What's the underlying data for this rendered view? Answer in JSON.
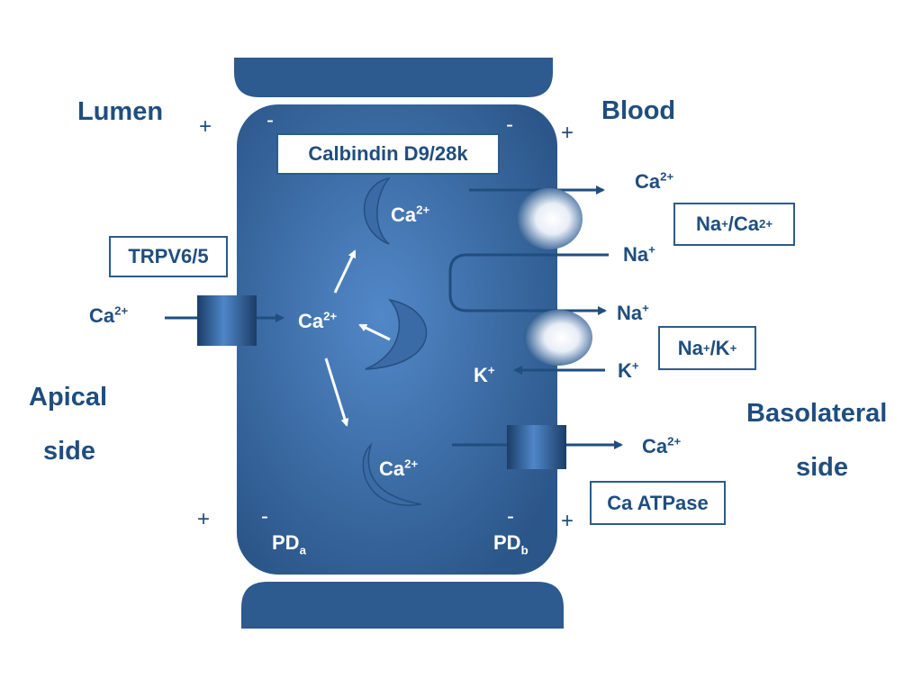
{
  "labels": {
    "lumen": "Lumen",
    "blood": "Blood",
    "apical_line1": "Apical",
    "apical_line2": "side",
    "basolateral_line1": "Basolateral",
    "basolateral_line2": "side",
    "plus": "+",
    "minus": "-"
  },
  "boxes": {
    "calbindin": "Calbindin D9/28k",
    "trpv": "TRPV6/5",
    "ncx_a": "Na",
    "ncx_a_sup": "+",
    "ncx_b": "/Ca",
    "ncx_b_sup": "2+",
    "nak_a": "Na",
    "nak_a_sup": "+",
    "nak_b": "/K",
    "nak_b_sup": "+",
    "atpase": "Ca ATPase"
  },
  "ions": {
    "ca": "Ca",
    "ca_charge": "2+",
    "na": "Na",
    "na_charge": "+",
    "k": "K",
    "k_charge": "+"
  },
  "potentials": {
    "pd": "PD",
    "apical_sub": "a",
    "basolateral_sub": "b"
  },
  "colors": {
    "cell_dark": "#2d5a8f",
    "cell_light": "#4b7fc0",
    "text": "#1f4e7f",
    "arrow": "#1f4e7f"
  }
}
